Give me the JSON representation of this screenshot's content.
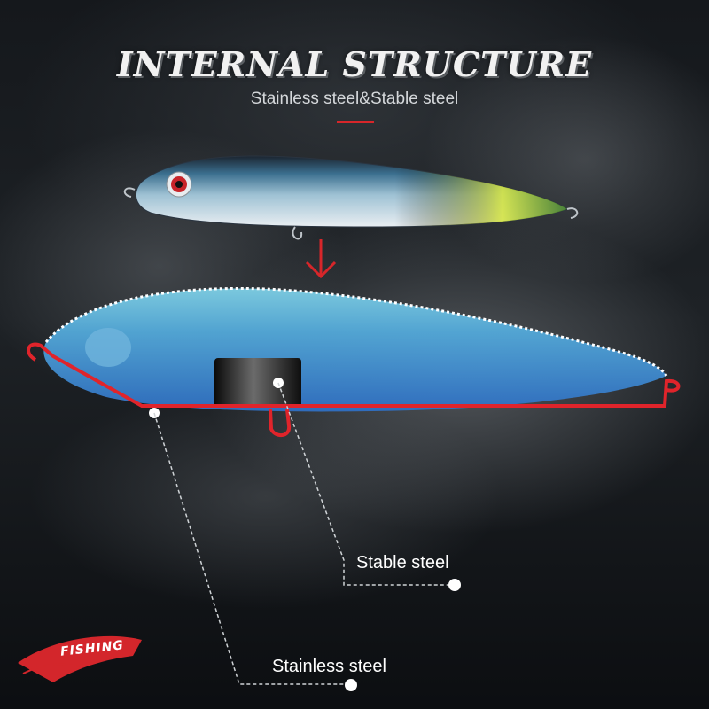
{
  "header": {
    "title": "INTERNAL STRUCTURE",
    "subtitle": "Stainless steel&Stable steel"
  },
  "callouts": {
    "stable_steel": "Stable steel",
    "stainless_steel": "Stainless steel"
  },
  "brand": {
    "logo_text": "FISHING"
  },
  "colors": {
    "accent_red": "#d7262a",
    "wire_red": "#e0242b",
    "body_blue": "#3f8fd0",
    "background": "#15181c"
  }
}
